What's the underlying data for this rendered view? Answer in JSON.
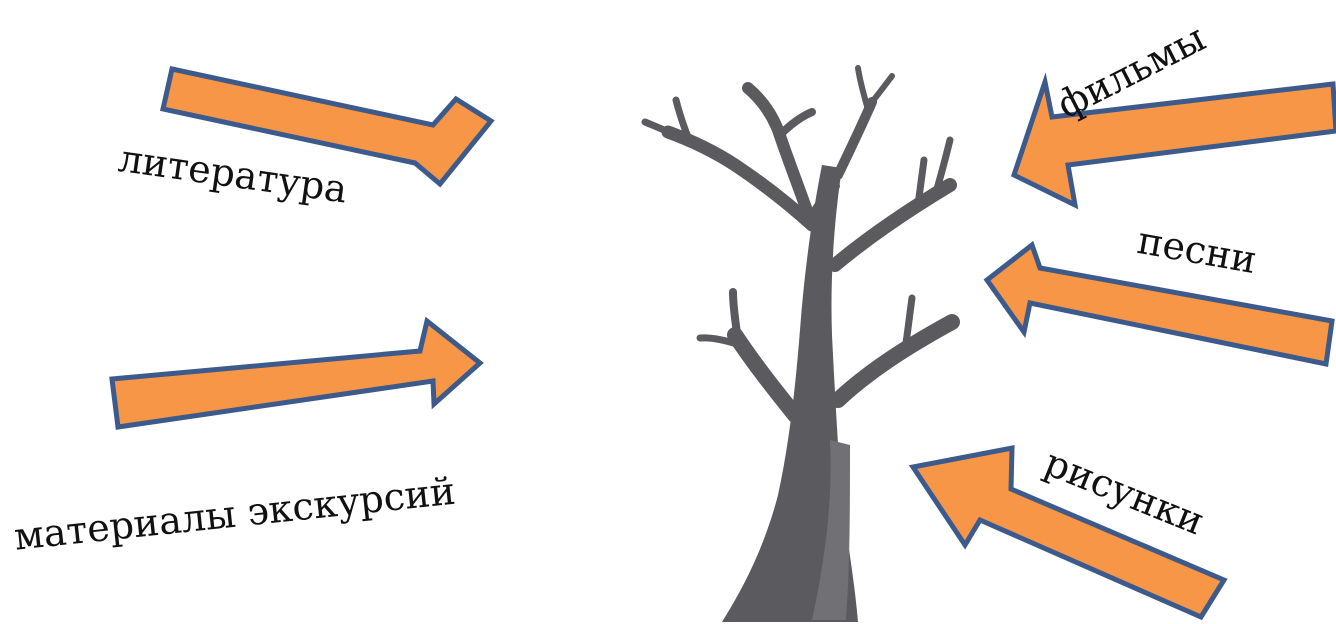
{
  "colors": {
    "arrow_fill": "#f79646",
    "arrow_stroke": "#3c5a8c",
    "tree": "#5b5b5f",
    "tree_shade": "#707075",
    "text": "#111111"
  },
  "icons": {
    "tree": "bare-tree-icon",
    "arrow": "block-arrow-icon"
  },
  "labels": {
    "literature": "литература",
    "excursions": "материалы экскурсий",
    "films": "фильмы",
    "songs": "песни",
    "drawings": "рисунки"
  }
}
